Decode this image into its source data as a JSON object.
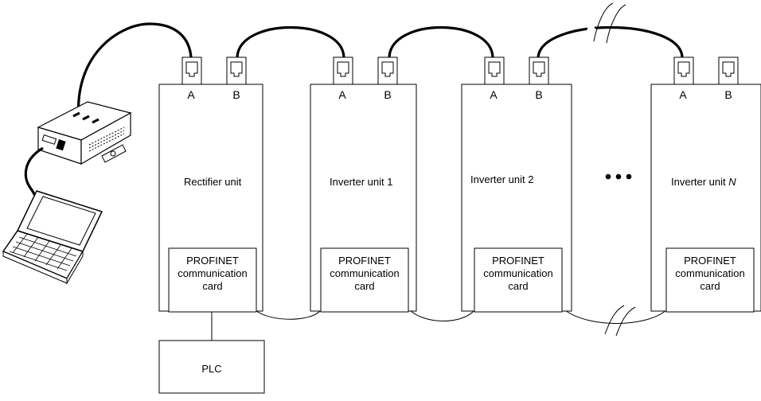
{
  "units": [
    {
      "label": "Rectifier unit",
      "label_italic": "",
      "port_a": "A",
      "port_b": "B",
      "card": [
        "PROFINET",
        "communication",
        "card"
      ]
    },
    {
      "label": "Inverter unit 1",
      "label_italic": "",
      "port_a": "A",
      "port_b": "B",
      "card": [
        "PROFINET",
        "communication",
        "card"
      ]
    },
    {
      "label": "Inverter unit 2",
      "label_italic": "",
      "port_a": "A",
      "port_b": "B",
      "card": [
        "PROFINET",
        "communication",
        "card"
      ]
    },
    {
      "label": "Inverter unit ",
      "label_italic": "N",
      "port_a": "A",
      "port_b": "B",
      "card": [
        "PROFINET",
        "communication",
        "card"
      ]
    }
  ],
  "plc": {
    "label": "PLC"
  },
  "icons": [
    "rj45-port-icon",
    "adapter-box-icon",
    "laptop-icon",
    "ellipsis-icon",
    "cable-break-icon"
  ]
}
